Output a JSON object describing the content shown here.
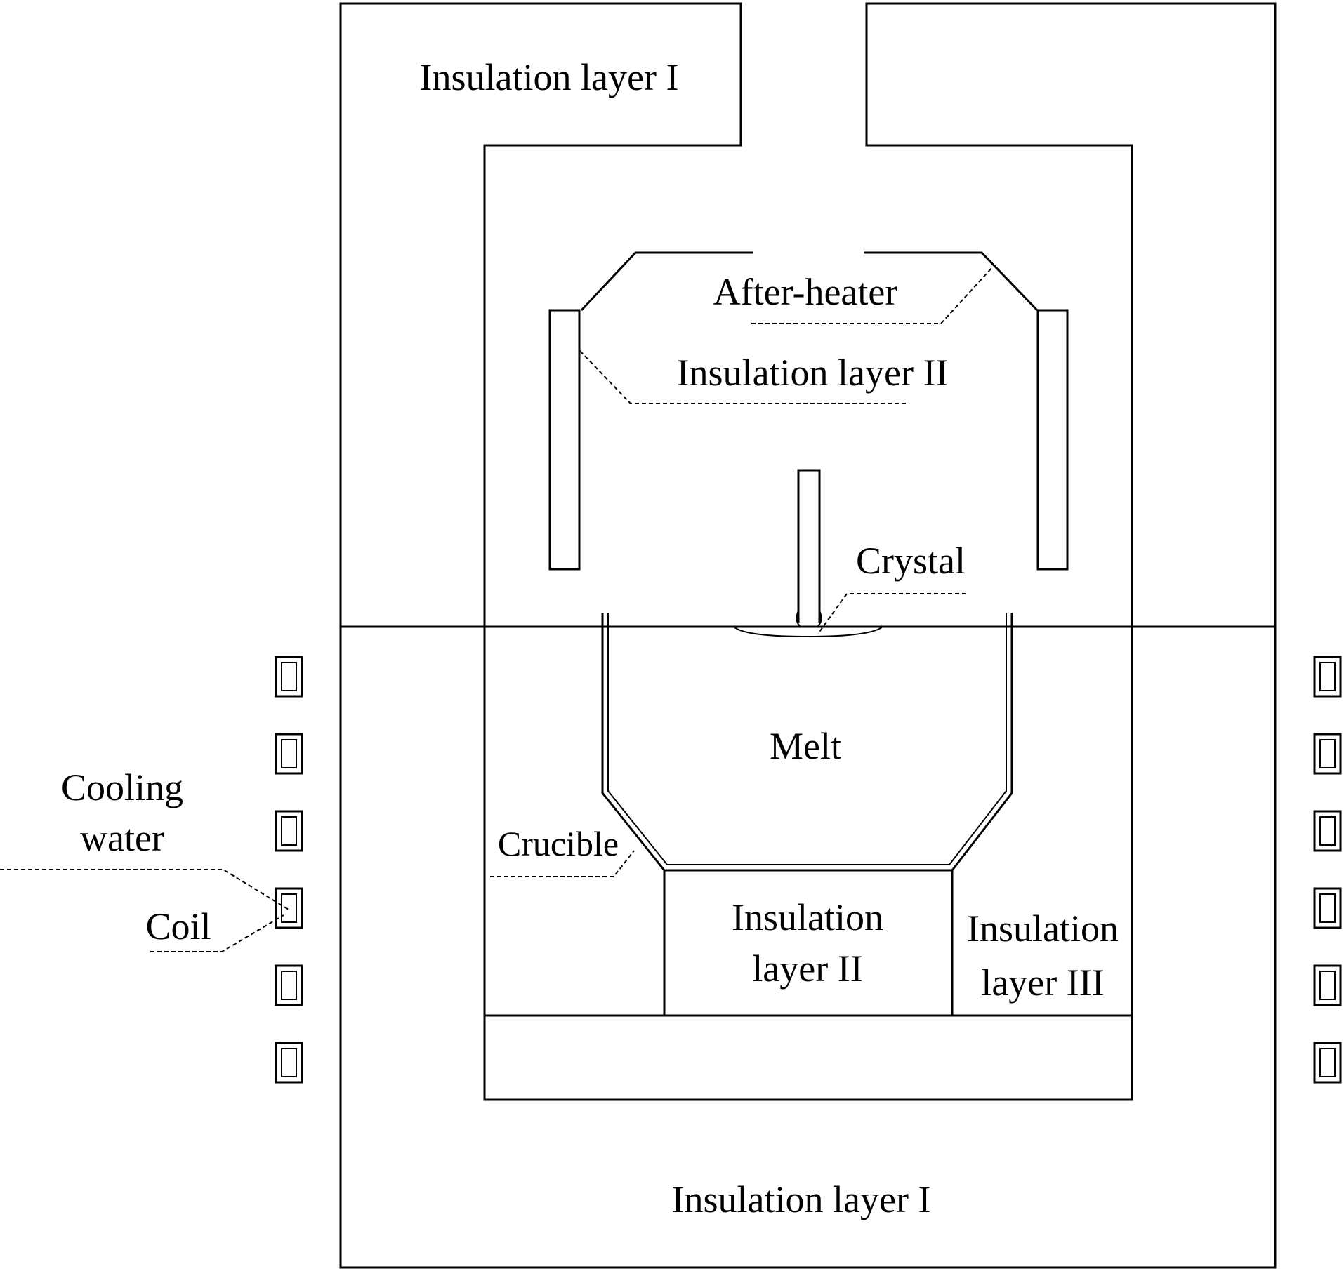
{
  "labels": {
    "insulation_layer_1_top": "Insulation layer I",
    "insulation_layer_1_bottom": "Insulation layer I",
    "after_heater": "After-heater",
    "insulation_layer_2_upper": "Insulation layer II",
    "crystal": "Crystal",
    "melt": "Melt",
    "crucible": "Crucible",
    "insulation_layer_2_lower_line1": "Insulation",
    "insulation_layer_2_lower_line2": "layer II",
    "insulation_layer_3_line1": "Insulation",
    "insulation_layer_3_line2": "layer III",
    "cooling_water_line1": "Cooling",
    "cooling_water_line2": "water",
    "coil": "Coil"
  },
  "colors": {
    "line": "#000000",
    "background": "#ffffff"
  },
  "coil_turns_per_side": 6
}
